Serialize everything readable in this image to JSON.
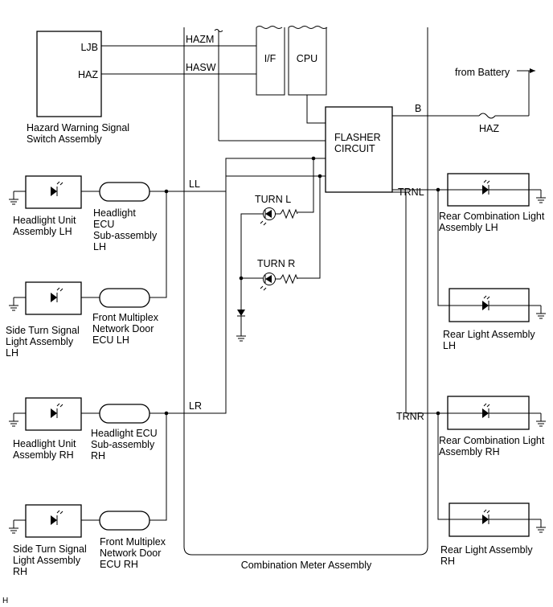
{
  "diagram": {
    "switch": {
      "name_line1": "Hazard Warning Signal",
      "name_line2": "Switch Assembly",
      "pin_ljb": "LJB",
      "pin_haz": "HAZ"
    },
    "meter": {
      "name": "Combination Meter Assembly",
      "terminal_hazm": "HAZM",
      "terminal_hasw": "HASW",
      "terminal_ll": "LL",
      "terminal_lr": "LR",
      "terminal_b": "B",
      "terminal_trnl": "TRNL",
      "terminal_trnr": "TRNR",
      "if_label": "I/F",
      "cpu_label": "CPU",
      "flasher_line1": "FLASHER",
      "flasher_line2": "CIRCUIT",
      "turn_l": "TURN L",
      "turn_r": "TURN R"
    },
    "battery": {
      "label": "from Battery",
      "fuse": "HAZ"
    },
    "left_components": [
      {
        "lines": [
          "Headlight Unit",
          "Assembly LH"
        ]
      },
      {
        "lines": [
          "Headlight",
          "ECU",
          "Sub-assembly",
          "LH"
        ]
      },
      {
        "lines": [
          "Side Turn Signal",
          "Light Assembly",
          "LH"
        ]
      },
      {
        "lines": [
          "Front Multiplex",
          "Network Door",
          "ECU LH"
        ]
      },
      {
        "lines": [
          "Headlight Unit",
          "Assembly RH"
        ]
      },
      {
        "lines": [
          "Headlight ECU",
          "Sub-assembly",
          "RH"
        ]
      },
      {
        "lines": [
          "Side Turn Signal",
          "Light Assembly",
          "RH"
        ]
      },
      {
        "lines": [
          "Front Multiplex",
          "Network Door",
          "ECU RH"
        ]
      }
    ],
    "right_components": [
      {
        "lines": [
          "Rear Combination Light",
          "Assembly LH"
        ]
      },
      {
        "lines": [
          "Rear Light Assembly",
          "LH"
        ]
      },
      {
        "lines": [
          "Rear Combination Light",
          "Assembly RH"
        ]
      },
      {
        "lines": [
          "Rear Light Assembly",
          "RH"
        ]
      }
    ],
    "corner_mark": "H"
  }
}
